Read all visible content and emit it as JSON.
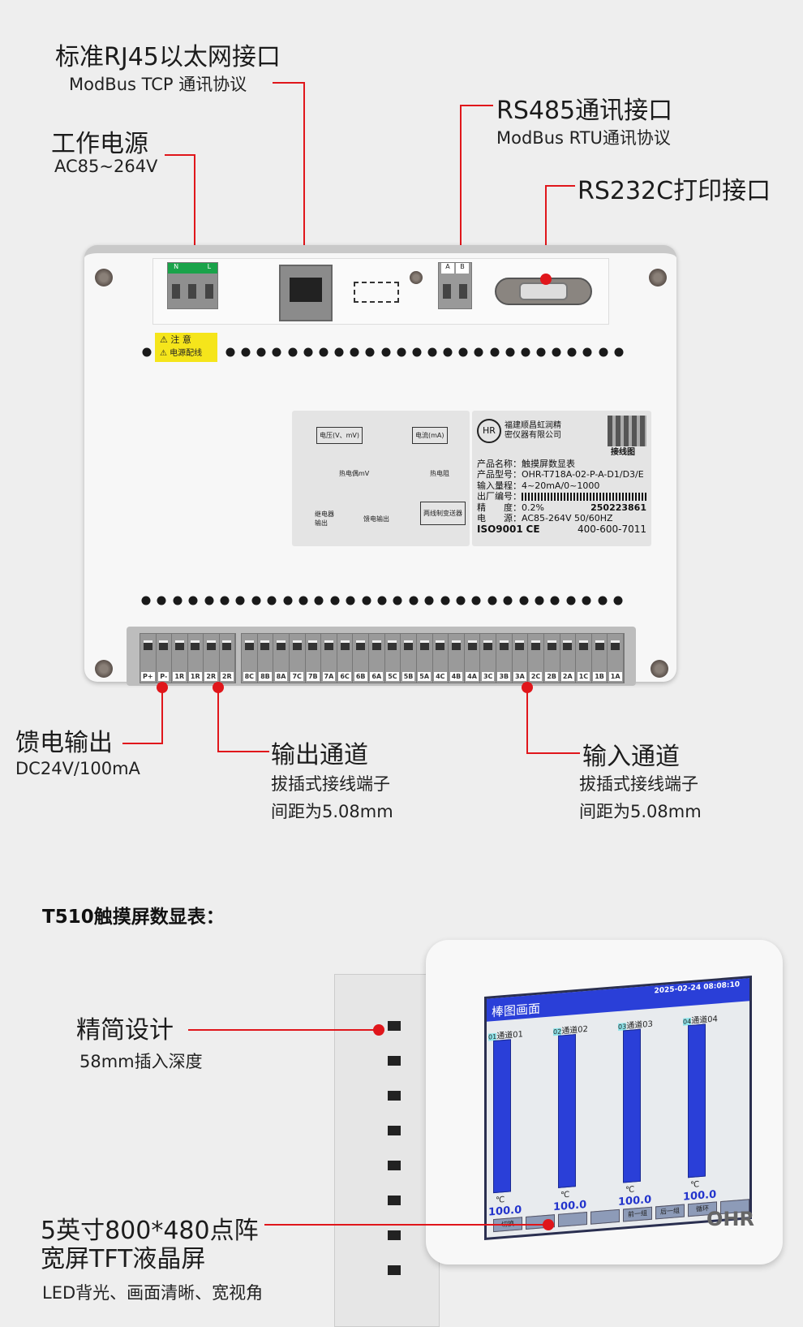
{
  "callouts": {
    "rj45": {
      "title": "标准RJ45以太网接口",
      "sub": "ModBus TCP 通讯协议"
    },
    "power": {
      "title": "工作电源",
      "sub": "AC85~264V"
    },
    "rs485": {
      "title": "RS485通讯接口",
      "sub": "ModBus RTU通讯协议"
    },
    "rs232": {
      "title": "RS232C打印接口"
    },
    "feed": {
      "title": "馈电输出",
      "sub": "DC24V/100mA"
    },
    "output": {
      "title": "输出通道",
      "sub1": "拔插式接线端子",
      "sub2": "间距为5.08mm"
    },
    "input": {
      "title": "输入通道",
      "sub1": "拔插式接线端子",
      "sub2": "间距为5.08mm"
    },
    "design": {
      "title": "精简设计",
      "sub": "58mm插入深度"
    },
    "display": {
      "title1": "5英寸800*480点阵",
      "title2": "宽屏TFT液晶屏",
      "sub": "LED背光、画面清晰、宽视角"
    }
  },
  "section_title": "T510触摸屏数显表：",
  "panel": {
    "power_terminal": [
      "N",
      "",
      "L"
    ],
    "rs485_terminal": [
      "A",
      "B"
    ],
    "warning": {
      "line1": "⚠ 注 意",
      "line2": "⚠ 电源配线"
    },
    "wiring": {
      "voltage": "电压(V、mV)",
      "current": "电流(mA)",
      "thermocouple": "热电偶mV",
      "rtd": "热电阻",
      "relay": "继电器输出",
      "feed": "馈电输出",
      "transmitter": "两线制变送器"
    },
    "spec": {
      "company1": "福建顺昌虹润精",
      "company2": "密仪器有限公司",
      "wiring_title": "接线图",
      "rows": [
        "产品名称：触摸屏数显表",
        "产品型号：OHR-T718A-02-P-A-D1/D3/E",
        "输入量程：4~20mA/0~1000",
        "出厂编号：",
        "精　　度：0.2%",
        "电　　源：AC85-264V  50/60HZ"
      ],
      "serial": "250223861",
      "iso": "ISO9001",
      "ce": "CE",
      "phone": "400-600-7011"
    },
    "left_terminals": [
      "P+",
      "P-",
      "1R",
      "1R",
      "2R",
      "2R"
    ],
    "right_terminals": [
      "8C",
      "8B",
      "8A",
      "7C",
      "7B",
      "7A",
      "6C",
      "6B",
      "6A",
      "5C",
      "5B",
      "5A",
      "4C",
      "4B",
      "4A",
      "3C",
      "3B",
      "3A",
      "2C",
      "2B",
      "2A",
      "1C",
      "1B",
      "1A"
    ]
  },
  "screen": {
    "title": "棒图画面",
    "datetime": "2025-02-24 08:08:10",
    "channels": [
      {
        "num": "01",
        "name": "通道01",
        "unit": "℃",
        "value": "100.0",
        "fill": 1.0
      },
      {
        "num": "02",
        "name": "通道02",
        "unit": "℃",
        "value": "100.0",
        "fill": 1.0
      },
      {
        "num": "03",
        "name": "通道03",
        "unit": "℃",
        "value": "100.0",
        "fill": 1.0
      },
      {
        "num": "04",
        "name": "通道04",
        "unit": "℃",
        "value": "100.0",
        "fill": 1.0
      }
    ],
    "buttons": [
      "切换",
      "",
      "",
      "",
      "前一组",
      "后一组",
      "循环",
      ""
    ],
    "brand": "OHR"
  },
  "colors": {
    "accent": "#e0161b",
    "screen_header": "#2a3fd8",
    "terminal_green": "#1aa34a"
  }
}
